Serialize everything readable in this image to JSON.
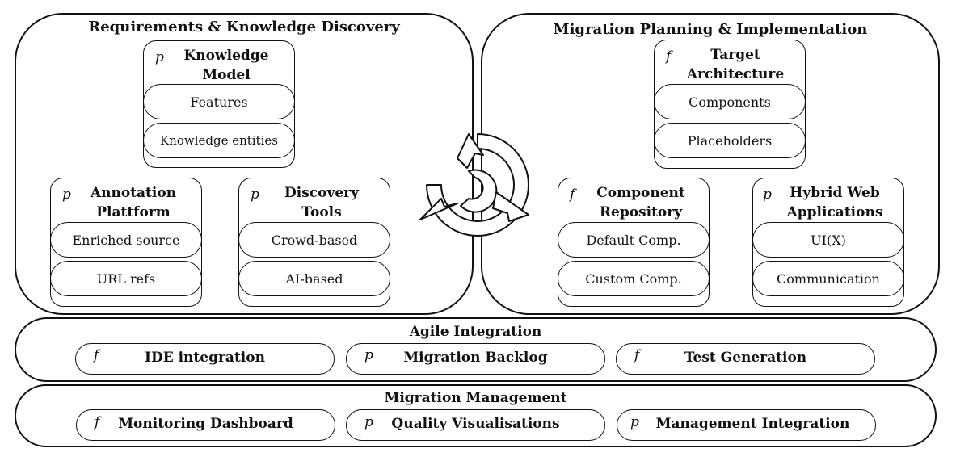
{
  "requirements": {
    "title": "Requirements & Knowledge Discovery",
    "knowledge_model": {
      "prefix": "p",
      "title_line1": "Knowledge",
      "title_line2": "Model",
      "items": [
        "Features",
        "Knowledge entities"
      ]
    },
    "annotation_platform": {
      "prefix": "p",
      "title_line1": "Annotation",
      "title_line2": "Plattform",
      "items": [
        "Enriched source",
        "URL refs"
      ]
    },
    "discovery_tools": {
      "prefix": "p",
      "title_line1": "Discovery",
      "title_line2": "Tools",
      "items": [
        "Crowd-based",
        "AI-based"
      ]
    }
  },
  "migration_planning": {
    "title": "Migration Planning & Implementation",
    "target_architecture": {
      "prefix": "f",
      "title_line1": "Target",
      "title_line2": "Architecture",
      "items": [
        "Components",
        "Placeholders"
      ]
    },
    "component_repository": {
      "prefix": "f",
      "title_line1": "Component",
      "title_line2": "Repository",
      "items": [
        "Default Comp.",
        "Custom Comp."
      ]
    },
    "hybrid_web_apps": {
      "prefix": "p",
      "title_line1": "Hybrid Web",
      "title_line2": "Applications",
      "items": [
        "UI(X)",
        "Communication"
      ]
    }
  },
  "agile_integration": {
    "title": "Agile Integration",
    "items": [
      {
        "prefix": "f",
        "label": "IDE integration"
      },
      {
        "prefix": "p",
        "label": "Migration Backlog"
      },
      {
        "prefix": "f",
        "label": "Test Generation"
      }
    ]
  },
  "migration_management": {
    "title": "Migration Management",
    "items": [
      {
        "prefix": "f",
        "label": "Monitoring Dashboard"
      },
      {
        "prefix": "p",
        "label": "Quality Visualisations"
      },
      {
        "prefix": "p",
        "label": "Management Integration"
      }
    ]
  }
}
